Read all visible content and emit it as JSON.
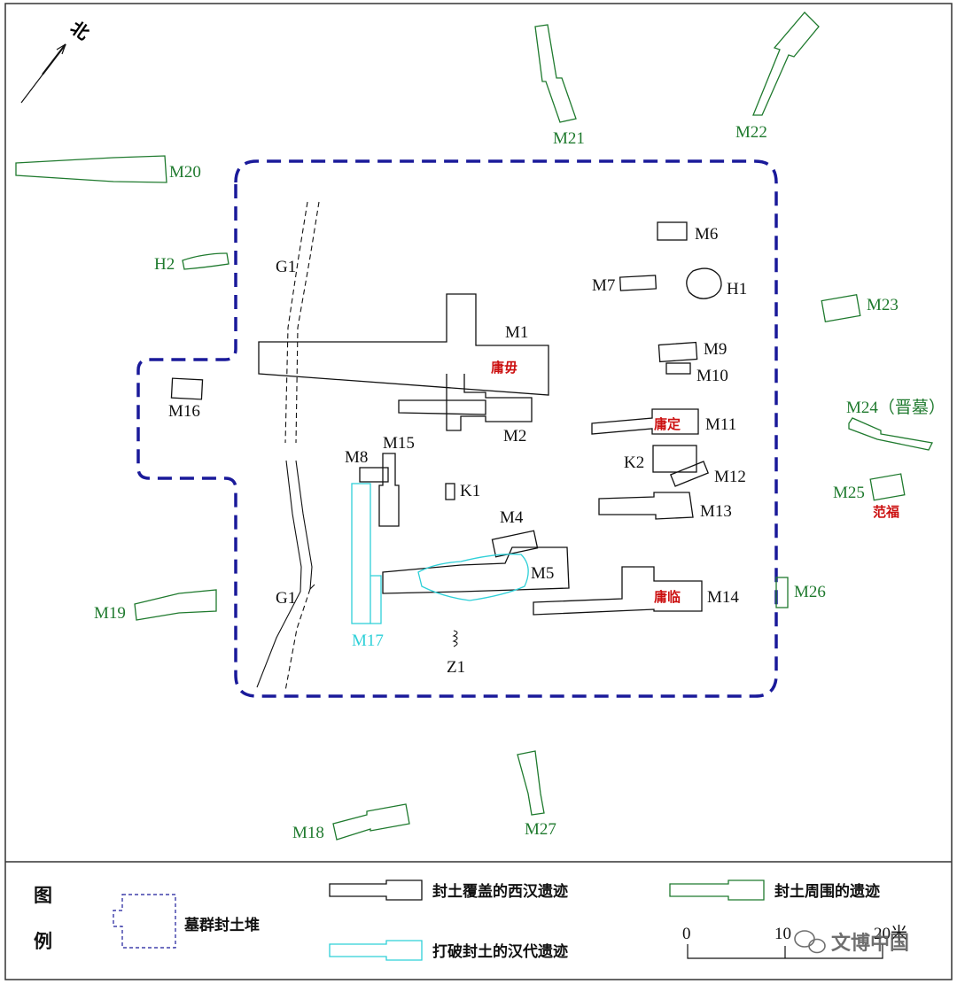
{
  "north_label": "北",
  "labels_black": {
    "G1_top": "G1",
    "G1_bottom": "G1",
    "M1": "M1",
    "M2": "M2",
    "M4": "M4",
    "M5": "M5",
    "M6": "M6",
    "M7": "M7",
    "M8": "M8",
    "M9": "M9",
    "M10": "M10",
    "M11": "M11",
    "M12": "M12",
    "M13": "M13",
    "M14": "M14",
    "M15": "M15",
    "M16": "M16",
    "H1": "H1",
    "K1": "K1",
    "K2": "K2",
    "Z1": "Z1"
  },
  "labels_green": {
    "M18": "M18",
    "M19": "M19",
    "M20": "M20",
    "M21": "M21",
    "M22": "M22",
    "M23": "M23",
    "M24": "M24（晋墓）",
    "M25": "M25",
    "M26": "M26",
    "M27": "M27",
    "H2": "H2"
  },
  "labels_cyan": {
    "M17": "M17"
  },
  "labels_red": {
    "M1": "庸毋",
    "M11": "庸定",
    "M14": "庸临",
    "M25": "范福"
  },
  "legend": {
    "title_1": "图",
    "title_2": "例",
    "mound": "墓群封土堆",
    "western_han": "封土覆盖的西汉遗迹",
    "surrounding": "封土周围的遗迹",
    "han_breaking": "打破封土的汉代遗迹",
    "scale_0": "0",
    "scale_10": "10",
    "scale_20": "20米"
  },
  "watermark": "文博中国",
  "colors": {
    "mound_dash": "#1a1a9a",
    "green": "#1f7a2e",
    "cyan": "#2fd0d8",
    "red": "#cc1111",
    "black": "#111111"
  }
}
